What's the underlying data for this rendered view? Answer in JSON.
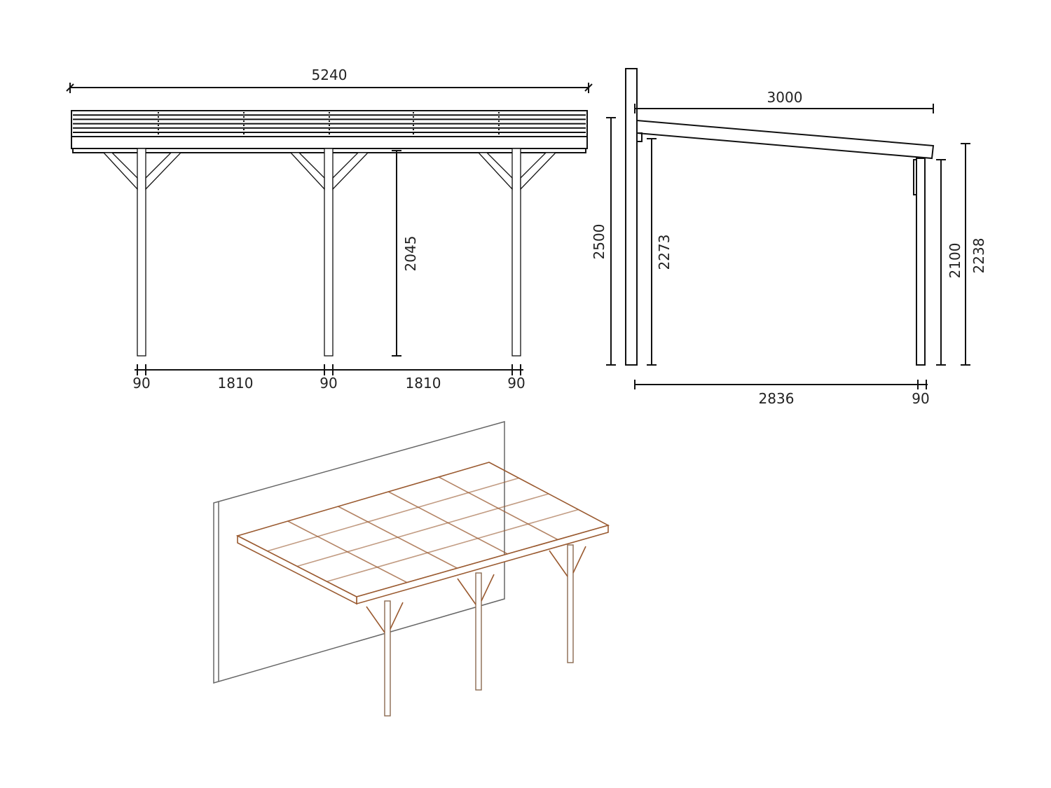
{
  "front_view": {
    "overall_width": "5240",
    "post_height": "2045",
    "bottom_dims": [
      "90",
      "1810",
      "90",
      "1810",
      "90"
    ]
  },
  "side_view": {
    "roof_depth": "3000",
    "wall_height": "2500",
    "inner_height_wall": "2273",
    "post_clear_height": "2100",
    "front_height": "2238",
    "post_spacing": "2836",
    "post_width": "90"
  },
  "colors": {
    "line": "#111111",
    "wood": "#9a5a30",
    "wall": "#666666"
  }
}
